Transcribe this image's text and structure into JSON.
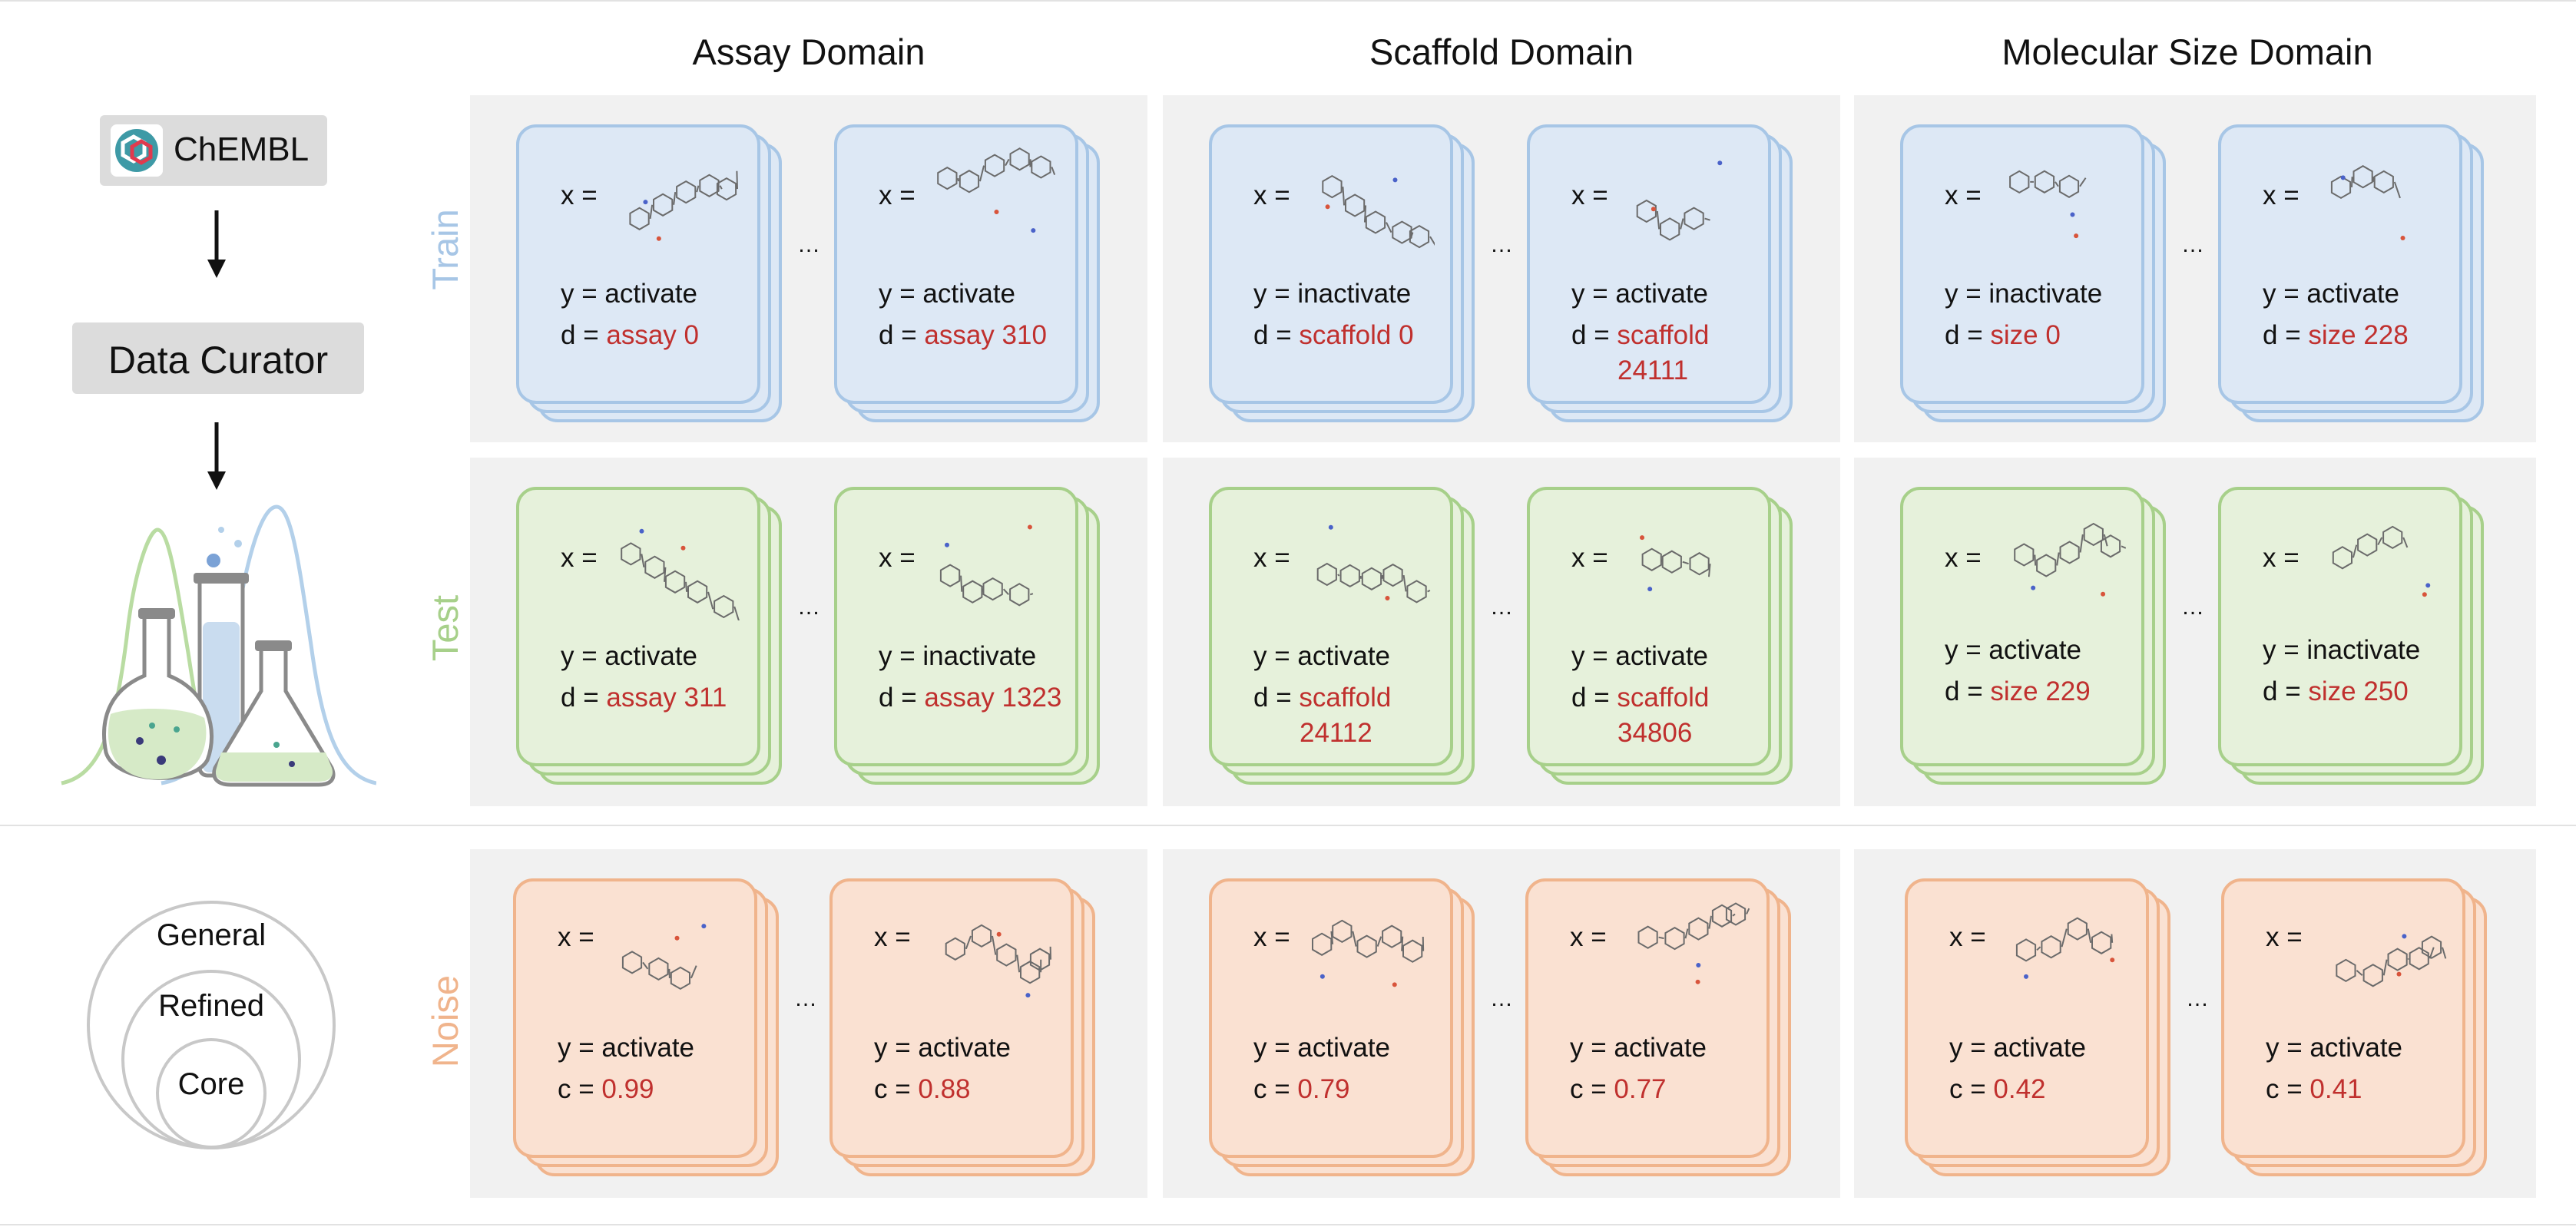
{
  "column_titles": [
    "Assay Domain",
    "Scaffold Domain",
    "Molecular Size Domain"
  ],
  "row_labels": {
    "train": "Train",
    "test": "Test",
    "noise": "Noise"
  },
  "pipeline": {
    "chembl": "ChEMBL",
    "curator": "Data Curator"
  },
  "tiers": {
    "general": "General",
    "refined": "Refined",
    "core": "Core"
  },
  "ellipsis": "…",
  "train": [
    {
      "x": "x =",
      "y": "y = activate",
      "d_prefix": "d =",
      "d_value": "assay 0",
      "d_value2": ""
    },
    {
      "x": "x =",
      "y": "y = activate",
      "d_prefix": "d =",
      "d_value": "assay 310",
      "d_value2": ""
    },
    {
      "x": "x =",
      "y": "y = inactivate",
      "d_prefix": "d =",
      "d_value": "scaffold 0",
      "d_value2": ""
    },
    {
      "x": "x =",
      "y": "y = activate",
      "d_prefix": "d =",
      "d_value": "scaffold",
      "d_value2": "24111"
    },
    {
      "x": "x =",
      "y": "y = inactivate",
      "d_prefix": "d =",
      "d_value": "size 0",
      "d_value2": ""
    },
    {
      "x": "x =",
      "y": "y = activate",
      "d_prefix": "d =",
      "d_value": "size 228",
      "d_value2": ""
    }
  ],
  "test": [
    {
      "x": "x =",
      "y": "y = activate",
      "d_prefix": "d =",
      "d_value": "assay 311",
      "d_value2": ""
    },
    {
      "x": "x =",
      "y": "y = inactivate",
      "d_prefix": "d =",
      "d_value": "assay 1323",
      "d_value2": ""
    },
    {
      "x": "x =",
      "y": "y = activate",
      "d_prefix": "d =",
      "d_value": "scaffold",
      "d_value2": "24112"
    },
    {
      "x": "x =",
      "y": "y = activate",
      "d_prefix": "d =",
      "d_value": "scaffold",
      "d_value2": "34806"
    },
    {
      "x": "x =",
      "y": "y = activate",
      "d_prefix": "d =",
      "d_value": "size 229",
      "d_value2": ""
    },
    {
      "x": "x =",
      "y": "y = inactivate",
      "d_prefix": "d =",
      "d_value": "size 250",
      "d_value2": ""
    }
  ],
  "noise": [
    {
      "x": "x =",
      "y": "y = activate",
      "c_prefix": "c =",
      "c_value": "0.99"
    },
    {
      "x": "x =",
      "y": "y = activate",
      "c_prefix": "c =",
      "c_value": "0.88"
    },
    {
      "x": "x =",
      "y": "y = activate",
      "c_prefix": "c =",
      "c_value": "0.79"
    },
    {
      "x": "x =",
      "y": "y = activate",
      "c_prefix": "c =",
      "c_value": "0.77"
    },
    {
      "x": "x =",
      "y": "y = activate",
      "c_prefix": "c =",
      "c_value": "0.42"
    },
    {
      "x": "x =",
      "y": "y = activate",
      "c_prefix": "c =",
      "c_value": "0.41"
    }
  ],
  "colors": {
    "train": "#a7c6e6",
    "test": "#a7d08a",
    "noise": "#f0b48c",
    "value_red": "#c0302e"
  }
}
